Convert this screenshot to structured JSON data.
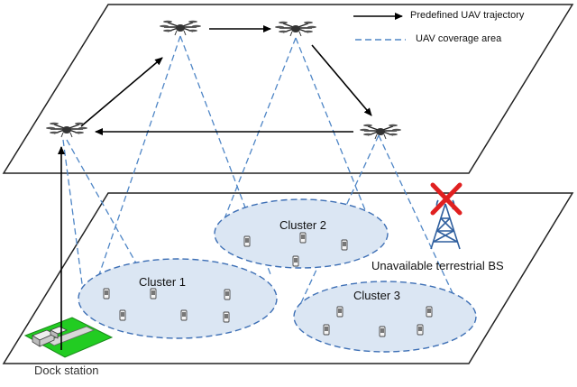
{
  "legend": {
    "trajectory_label": "Predefined UAV trajectory",
    "coverage_label": "UAV coverage area"
  },
  "clusters": [
    {
      "label": "Cluster 1"
    },
    {
      "label": "Cluster 2"
    },
    {
      "label": "Cluster 3"
    }
  ],
  "bs_label": "Unavailable terrestrial BS",
  "dock_label": "Dock station",
  "colors": {
    "coverage_line": "#4f86c6",
    "cluster_fill": "#dbe6f3",
    "cluster_stroke": "#3d6fb5",
    "tower": "#2f5f9e",
    "cross": "#e02020",
    "dock_green": "#22cc22",
    "arrow": "#000000"
  }
}
